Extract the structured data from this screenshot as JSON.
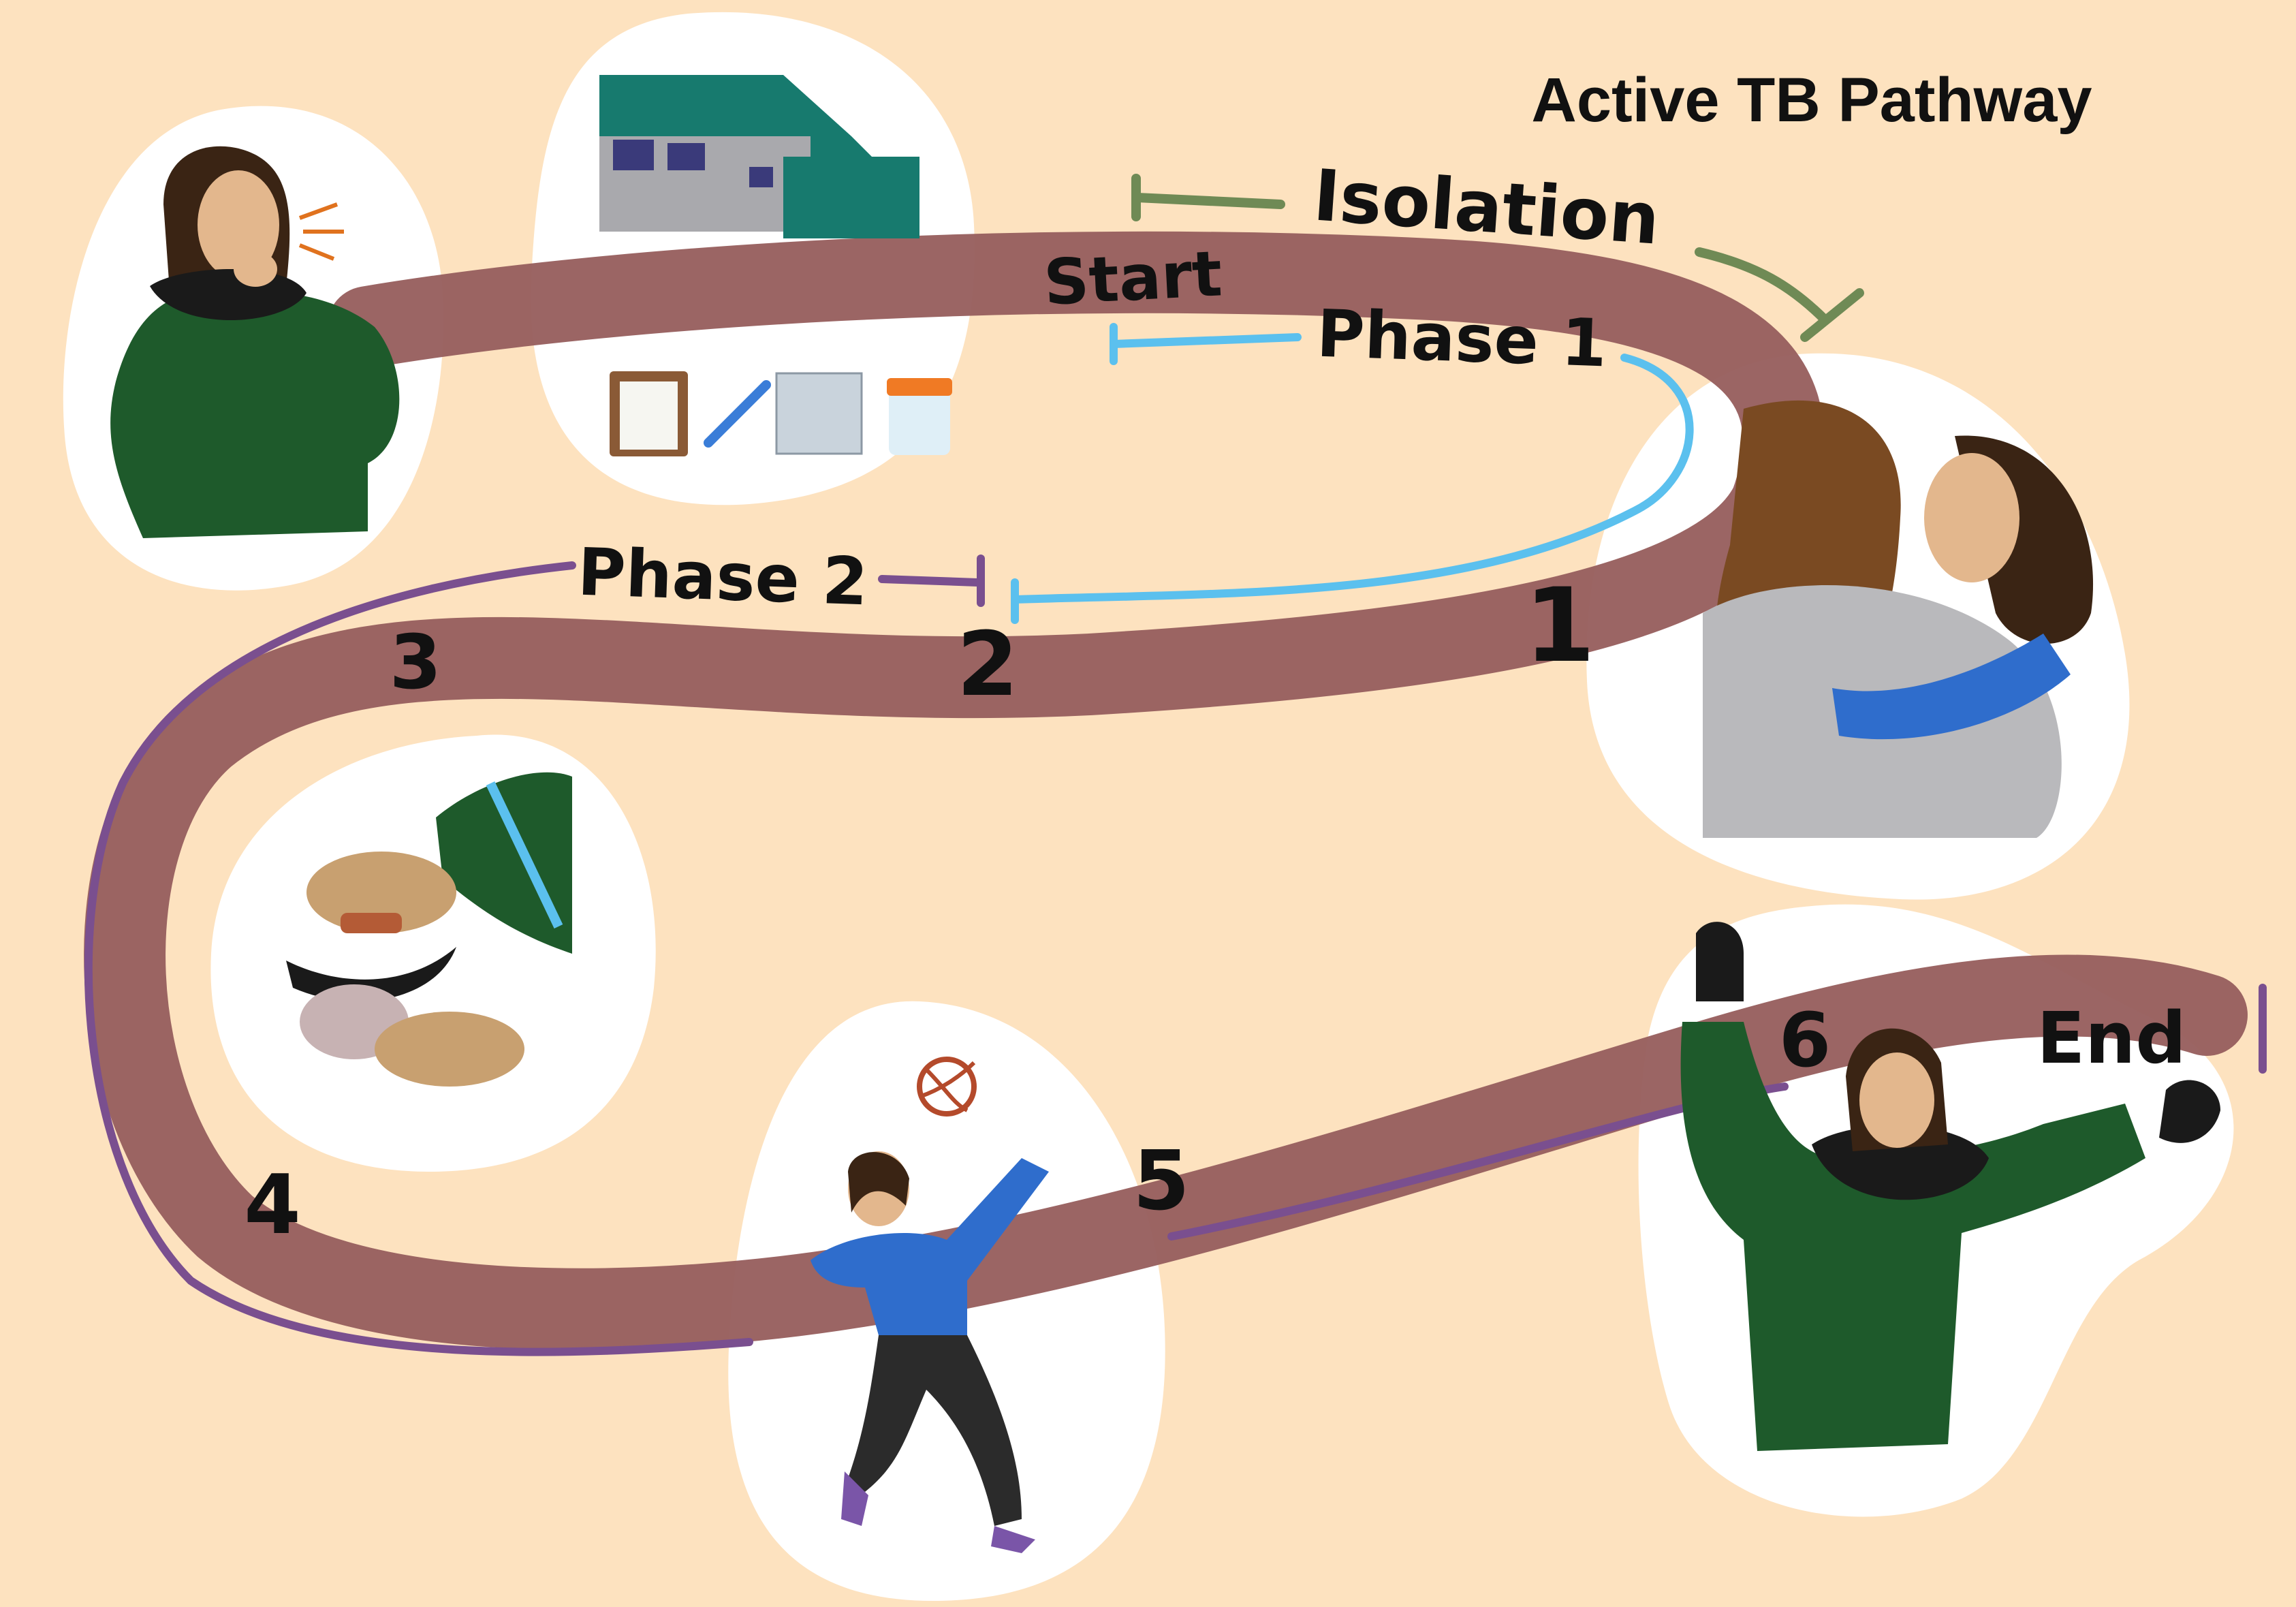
{
  "title": "Active TB Pathway",
  "labels": {
    "start": "Start",
    "end": "End",
    "isolation": "Isolation",
    "phase1": "Phase 1",
    "phase2": "Phase 2"
  },
  "steps": [
    "1",
    "2",
    "3",
    "4",
    "5",
    "6"
  ],
  "colors": {
    "background": "#fde2bf",
    "path": "#98605f",
    "isolation": "#6f8a55",
    "phase1": "#5bc0ee",
    "phase2": "#7a4f8f",
    "bubble": "#ffffff",
    "parka": "#1e5a2b",
    "building": "#177a6e",
    "shirt": "#2f6dcc"
  },
  "scenes": [
    "person-coughing",
    "clinic-building",
    "diagnostic-tests",
    "two-people-hugging",
    "hands-with-ulu-knife",
    "person-playing-volleyball",
    "person-celebrating"
  ]
}
